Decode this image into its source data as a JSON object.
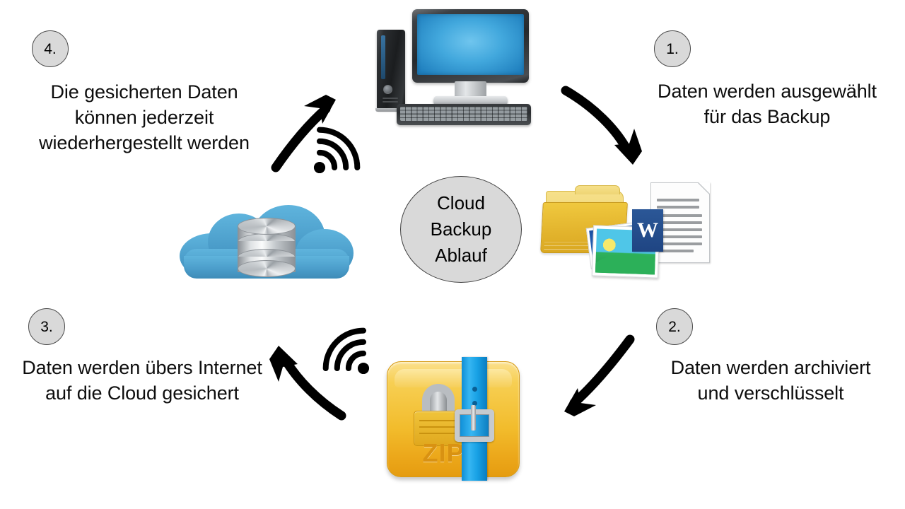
{
  "diagram": {
    "title": "Cloud Backup Ablauf",
    "center_label_lines": [
      "Cloud",
      "Backup",
      "Ablauf"
    ],
    "center_line_1": "Cloud",
    "center_line_2": "Backup",
    "center_line_3": "Ablauf",
    "background_color": "#ffffff",
    "badge_fill": "#d9d9d9",
    "badge_stroke": "#4a4a4a",
    "text_color": "#0d0d0d",
    "arrow_color": "#000000"
  },
  "steps": [
    {
      "number": "1.",
      "text": "Daten werden ausgewählt\nfür das Backup",
      "icon": "folder-documents-icon",
      "connector": "curved-arrow-down-right"
    },
    {
      "number": "2.",
      "text": "Daten werden archiviert\nund verschlüsselt",
      "icon": "zip-archive-lock-icon",
      "connector": "curved-arrow-down-left"
    },
    {
      "number": "3.",
      "text": "Daten werden übers Internet\nauf die Cloud gesichert",
      "icon": "cloud-database-icon",
      "connector": "curved-arrow-up-left"
    },
    {
      "number": "4.",
      "text": "Die gesicherten Daten\nkönnen jederzeit\nwiederhergestellt werden",
      "icon": "desktop-computer-icon",
      "connector": "curved-arrow-up-right"
    }
  ],
  "icons": {
    "computer": {
      "name": "desktop-computer-icon",
      "screen_color": "#42a8dd",
      "tower_color": "#26292c"
    },
    "files": {
      "name": "folder-documents-icon",
      "folder_color": "#e2b32c",
      "word_badge_label": "W",
      "word_badge_color": "#2b5797",
      "photo_color": "#4fc6e8"
    },
    "zip": {
      "name": "zip-archive-lock-icon",
      "label": "ZIP",
      "body_color": "#f2bc2c",
      "strap_color": "#17a0e4",
      "lock_color": "#b9bdc1"
    },
    "cloud": {
      "name": "cloud-database-icon",
      "cloud_color": "#4a9cc9",
      "database_color": "#c3c8cc"
    },
    "wifi_top": {
      "name": "wifi-signal-icon",
      "rotation_deg": 45
    },
    "wifi_bottom": {
      "name": "wifi-signal-icon",
      "rotation_deg": -45
    }
  }
}
